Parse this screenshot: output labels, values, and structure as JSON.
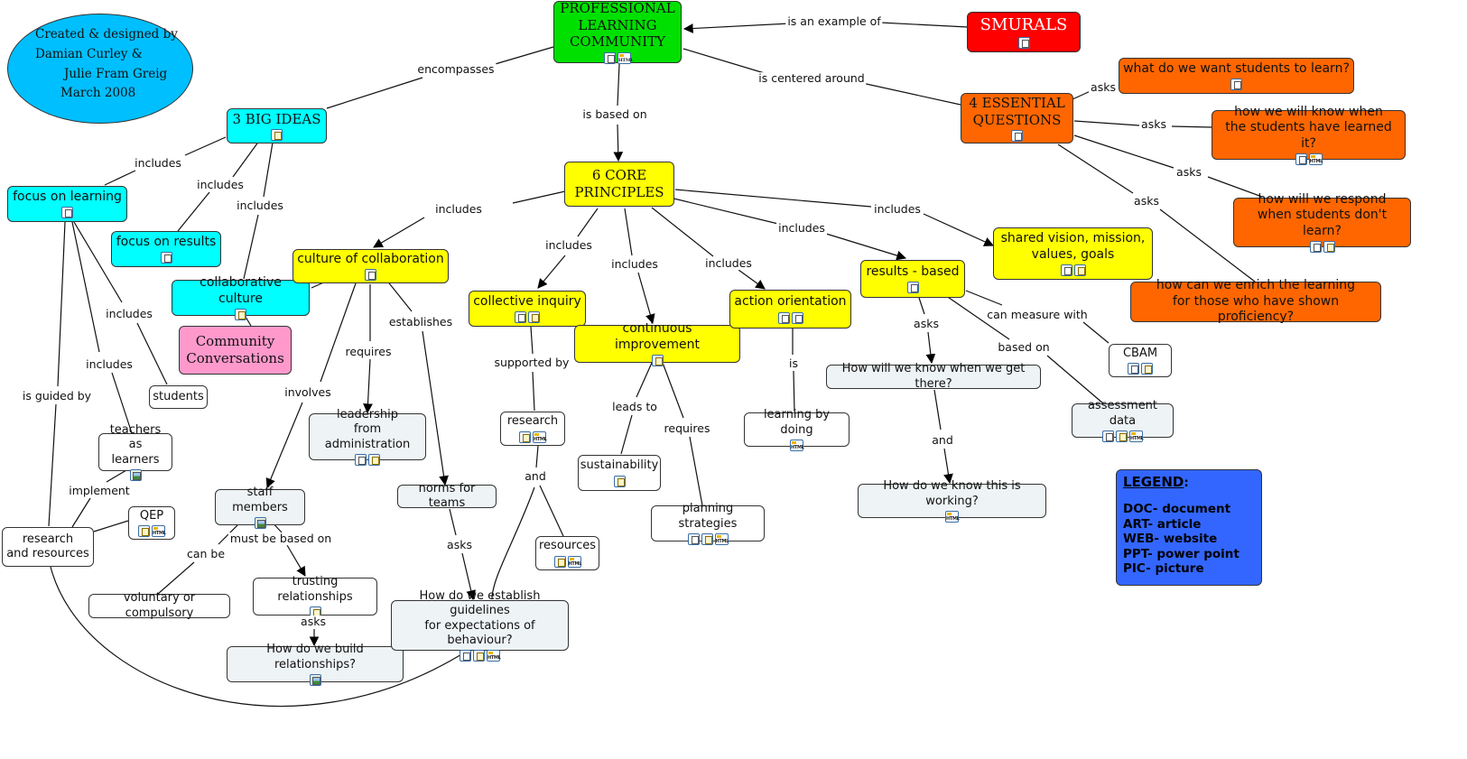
{
  "credits": {
    "line1": "Created & designed by",
    "line2": "Damian Curley &",
    "line3": "Julie Fram Greig",
    "line4": "March 2008"
  },
  "nodes": {
    "plc": {
      "label": "PROFESSIONAL\nLEARNING\nCOMMUNITY",
      "color": "#00e000",
      "icons": [
        "doc-icon",
        "web-icon"
      ]
    },
    "smurals": {
      "label": "SMURALS",
      "color": "#ff0000",
      "icons": [
        "doc-icon"
      ]
    },
    "big_ideas": {
      "label": "3 BIG IDEAS",
      "color": "#00ffff",
      "icons": [
        "art-icon"
      ]
    },
    "core": {
      "label": "6 CORE\nPRINCIPLES",
      "color": "#ffff00",
      "icons": []
    },
    "essential": {
      "label": "4 ESSENTIAL\nQUESTIONS",
      "color": "#ff6600",
      "icons": [
        "doc-icon"
      ]
    },
    "q1": {
      "label": "what do we want students to learn?",
      "color": "#ff6600",
      "icons": [
        "doc-icon"
      ]
    },
    "q2": {
      "label": "how we will know when\nthe students have learned it?",
      "color": "#ff6600",
      "icons": [
        "doc-icon",
        "web-icon"
      ]
    },
    "q3": {
      "label": "how will we respond\nwhen students don't learn?",
      "color": "#ff6600",
      "icons": [
        "doc-icon",
        "art-icon"
      ]
    },
    "q4": {
      "label": "how can we enrich the learning\nfor those who have shown proficiency?",
      "color": "#ff6600",
      "icons": []
    },
    "focus_learning": {
      "label": "focus on learning",
      "color": "#00ffff",
      "icons": [
        "doc-icon"
      ]
    },
    "focus_results": {
      "label": "focus on results",
      "color": "#00ffff",
      "icons": [
        "doc-icon"
      ]
    },
    "collab_culture": {
      "label": "collaborative culture",
      "color": "#00ffff",
      "icons": [
        "art-icon"
      ]
    },
    "community": {
      "label": "Community\nConversations",
      "color": "#ff99cc",
      "icons": []
    },
    "culture_collab": {
      "label": "culture of collaboration",
      "color": "#ffff00",
      "icons": [
        "doc-icon"
      ]
    },
    "collective": {
      "label": "collective inquiry",
      "color": "#ffff00",
      "icons": [
        "doc-icon",
        "art-icon"
      ]
    },
    "continuous": {
      "label": "continuous improvement",
      "color": "#ffff00",
      "icons": [
        "art-icon"
      ]
    },
    "action": {
      "label": "action orientation",
      "color": "#ffff00",
      "icons": [
        "doc-icon",
        "doc-icon"
      ]
    },
    "results": {
      "label": "results - based",
      "color": "#ffff00",
      "icons": [
        "doc-icon"
      ]
    },
    "shared": {
      "label": "shared vision, mission,\nvalues, goals",
      "color": "#ffff00",
      "icons": [
        "doc-icon",
        "art-icon"
      ]
    },
    "students": {
      "label": "students",
      "color": "#ffffff",
      "icons": []
    },
    "teachers": {
      "label": "teachers as\nlearners",
      "color": "#ffffff",
      "icons": [
        "pic-icon"
      ]
    },
    "research_res": {
      "label": "research\nand resources",
      "color": "#ffffff",
      "icons": []
    },
    "qep": {
      "label": "QEP",
      "color": "#ffffff",
      "icons": [
        "art-icon",
        "web-icon"
      ]
    },
    "leadership": {
      "label": "leadership\nfrom administration",
      "color": "#eef3f5",
      "icons": [
        "doc-icon",
        "art-icon"
      ]
    },
    "staff": {
      "label": "staff members",
      "color": "#eef3f5",
      "icons": [
        "pic-icon"
      ]
    },
    "norms": {
      "label": "norms for teams",
      "color": "#eef3f5",
      "icons": []
    },
    "voluntary": {
      "label": "voluntary or compulsory",
      "color": "#ffffff",
      "icons": []
    },
    "trusting": {
      "label": "trusting relationships",
      "color": "#ffffff",
      "icons": [
        "art-icon"
      ]
    },
    "build_rel": {
      "label": "How do we build relationships?",
      "color": "#eef3f5",
      "icons": [
        "pic-icon"
      ]
    },
    "guidelines": {
      "label": "How do we establish guidelines\nfor expectations of behaviour?",
      "color": "#eef3f5",
      "icons": [
        "doc-icon",
        "art-icon",
        "web-icon"
      ]
    },
    "research": {
      "label": "research",
      "color": "#ffffff",
      "icons": [
        "art-icon",
        "web-icon"
      ]
    },
    "resources": {
      "label": "resources",
      "color": "#ffffff",
      "icons": [
        "art-icon",
        "web-icon"
      ]
    },
    "sustain": {
      "label": "sustainability",
      "color": "#ffffff",
      "icons": [
        "art-icon"
      ]
    },
    "planning": {
      "label": "planning strategies",
      "color": "#ffffff",
      "icons": [
        "doc-icon",
        "art-icon",
        "web-icon"
      ]
    },
    "learning_doing": {
      "label": "learning by doing",
      "color": "#ffffff",
      "icons": [
        "web-icon"
      ]
    },
    "know_get": {
      "label": "How will we know when we get there?",
      "color": "#eef3f5",
      "icons": []
    },
    "know_working": {
      "label": "How do we know this is working?",
      "color": "#eef3f5",
      "icons": [
        "web-icon"
      ]
    },
    "cbam": {
      "label": "CBAM",
      "color": "#ffffff",
      "icons": [
        "doc-icon",
        "art-icon"
      ]
    },
    "assessment": {
      "label": "assessment data",
      "color": "#eef3f5",
      "icons": [
        "doc-icon",
        "art-icon",
        "web-icon"
      ]
    }
  },
  "link_labels": {
    "example_of": "is an example of",
    "encompasses": "encompasses",
    "centered": "is centered around",
    "based_on": "is based on",
    "asks_q1": "asks",
    "asks_q2": "asks",
    "asks_q3": "asks",
    "asks_q4": "asks",
    "incl_focus": "includes",
    "incl_results": "includes",
    "incl_collab": "includes",
    "core_culture": "includes",
    "core_collective": "includes",
    "core_continuous": "includes",
    "core_action": "includes",
    "core_results": "includes",
    "core_shared": "includes",
    "fl_students": "includes",
    "fl_teachers": "includes",
    "fl_guided": "is guided by",
    "implement": "implement",
    "involves": "involves",
    "requires_lead": "requires",
    "establishes": "establishes",
    "can_be": "can be",
    "based_on_trust": "must be based on",
    "asks_build": "asks",
    "asks_guidelines": "asks",
    "supported_by": "supported by",
    "and_resources": "and",
    "leads_to": "leads to",
    "requires_plan": "requires",
    "is": "is",
    "asks_get": "asks",
    "and_working": "and",
    "measure": "can measure with",
    "based_on_assess": "based on"
  },
  "legend": {
    "title": "LEGEND",
    "colon": ":",
    "items": [
      "DOC- document",
      "ART- article",
      "WEB- website",
      "PPT- power point",
      "PIC- picture"
    ]
  }
}
